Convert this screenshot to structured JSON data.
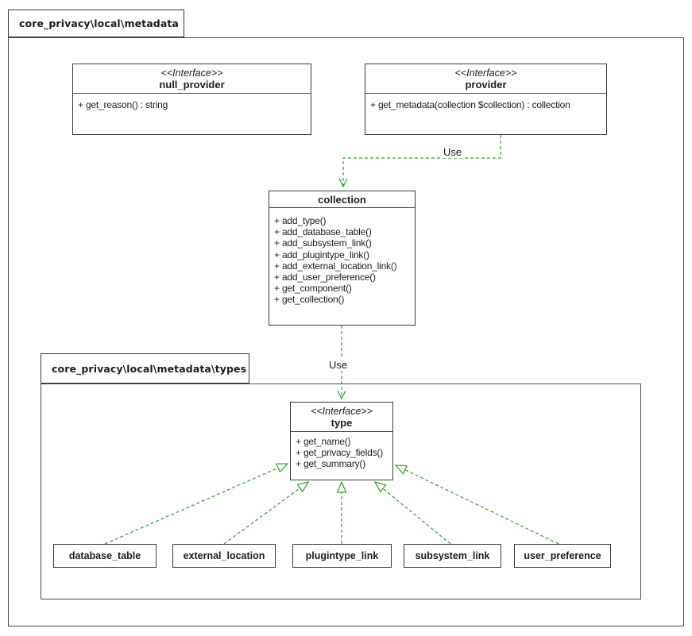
{
  "packages": {
    "outer": {
      "title": "core_privacy\\local\\metadata"
    },
    "types": {
      "title": "core_privacy\\local\\metadata\\types"
    }
  },
  "nodes": {
    "null_provider": {
      "stereotype": "<<Interface>>",
      "name": "null_provider",
      "members": [
        "+ get_reason() : string"
      ]
    },
    "provider": {
      "stereotype": "<<Interface>>",
      "name": "provider",
      "members": [
        "+ get_metadata(collection $collection) : collection"
      ]
    },
    "collection": {
      "name": "collection",
      "members": [
        "+ add_type()",
        "+ add_database_table()",
        "+ add_subsystem_link()",
        "+ add_plugintype_link()",
        "+ add_external_location_link()",
        "+ add_user_preference()",
        "+ get_component()",
        "+ get_collection()"
      ]
    },
    "type": {
      "stereotype": "<<Interface>>",
      "name": "type",
      "members": [
        "+ get_name()",
        "+ get_privacy_fields()",
        "+ get_summary()"
      ]
    },
    "database_table": {
      "name": "database_table"
    },
    "external_location": {
      "name": "external_location"
    },
    "plugintype_link": {
      "name": "plugintype_link"
    },
    "subsystem_link": {
      "name": "subsystem_link"
    },
    "user_preference": {
      "name": "user_preference"
    }
  },
  "edges": {
    "provider_uses_collection": {
      "label": "Use",
      "from": "provider",
      "to": "collection",
      "style": "dashed-dependency"
    },
    "collection_uses_type": {
      "label": "Use",
      "from": "collection",
      "to": "type",
      "style": "dashed-dependency"
    },
    "realizations": [
      {
        "from": "database_table",
        "to": "type"
      },
      {
        "from": "external_location",
        "to": "type"
      },
      {
        "from": "plugintype_link",
        "to": "type"
      },
      {
        "from": "subsystem_link",
        "to": "type"
      },
      {
        "from": "user_preference",
        "to": "type"
      }
    ]
  },
  "colors": {
    "edge_green": "#2ba32b",
    "line_dark": "#383838",
    "text": "#1d1d1d",
    "background": "#ffffff"
  }
}
